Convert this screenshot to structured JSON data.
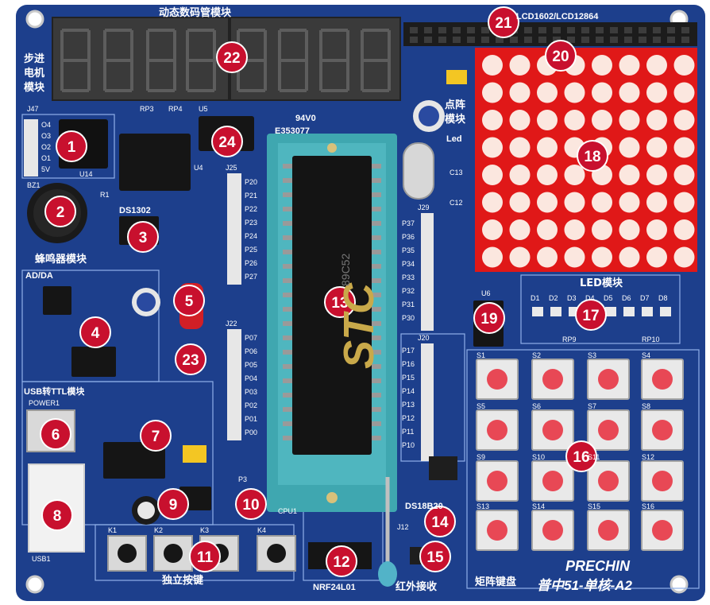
{
  "board": {
    "labels": {
      "seg_module": "动态数码管模块",
      "lcd": "LCD1602/LCD12864",
      "stepper_l1": "步进",
      "stepper_l2": "电机",
      "stepper_l3": "模块",
      "j47": "J47",
      "pins": [
        "O4",
        "O3",
        "O2",
        "O1",
        "5V"
      ],
      "u14": "U14",
      "u4": "U4",
      "u5": "U5",
      "rp3": "RP3",
      "rp4": "RP4",
      "bz1": "BZ1",
      "r1": "R1",
      "ds1302": "DS1302",
      "buzzer_module": "蜂鸣器模块",
      "adda": "AD/DA",
      "usb_ttl": "USB转TTL模块",
      "power": "POWER1",
      "usb1": "USB1",
      "j25": "J25",
      "p2_pins": [
        "P20",
        "P21",
        "P22",
        "P23",
        "P24",
        "P25",
        "P26",
        "P27"
      ],
      "j22": "J22",
      "p0_pins": [
        "P07",
        "P06",
        "P05",
        "P04",
        "P03",
        "P02",
        "P01",
        "P00"
      ],
      "j29": "J29",
      "p3_pins": [
        "P37",
        "P36",
        "P35",
        "P34",
        "P33",
        "P32",
        "P31",
        "P30"
      ],
      "j20": "J20",
      "p1_pins": [
        "P17",
        "P16",
        "P15",
        "P14",
        "P13",
        "P12",
        "P11",
        "P10"
      ],
      "cert": "94V0",
      "cert_no": "E353077",
      "stc": "STC",
      "chip_model": "89C52",
      "matrix_module_l1": "点阵",
      "matrix_module_l2": "模块",
      "led": "Led",
      "led_module": "LED模块",
      "led_names": [
        "D1",
        "D2",
        "D3",
        "D4",
        "D5",
        "D6",
        "D7",
        "D8"
      ],
      "rp9": "RP9",
      "rp10": "RP10",
      "u6": "U6",
      "keys": [
        "S1",
        "S2",
        "S3",
        "S4",
        "S5",
        "S6",
        "S7",
        "S8",
        "S9",
        "S10",
        "S11",
        "S12",
        "S13",
        "S14",
        "S15",
        "S16"
      ],
      "indep_keys": [
        "K1",
        "K2",
        "K3",
        "K4"
      ],
      "indep_module": "独立按键",
      "nrf": "NRF24L01",
      "ds18b20": "DS18B20",
      "ir": "红外接收",
      "matrix_keyboard": "矩阵键盘",
      "brand": "PRECHIN",
      "model": "普中51-单核-A2",
      "c12": "C12",
      "c13": "C13",
      "j12": "J12",
      "cpu1": "CPU1",
      "p3": "P3"
    },
    "badges": [
      "1",
      "2",
      "3",
      "4",
      "5",
      "6",
      "7",
      "8",
      "9",
      "10",
      "11",
      "12",
      "13",
      "14",
      "15",
      "16",
      "17",
      "18",
      "19",
      "20",
      "21",
      "22",
      "23",
      "24"
    ],
    "colors": {
      "pcb": "#1d3f8c",
      "pcb_dark": "#152f6e",
      "badge": "#c8102e",
      "matrix_bg": "#e01818",
      "matrix_dot": "#fbe7df",
      "socket": "#3fa7b0",
      "key_cap": "#e84855",
      "key_body": "#e9e9e9"
    }
  }
}
